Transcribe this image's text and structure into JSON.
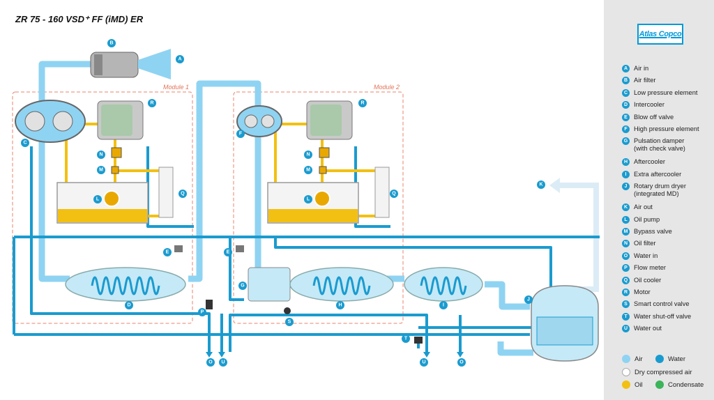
{
  "title": "ZR 75 - 160 VSD⁺ FF (iMD) ER",
  "brand": {
    "logo_text": "Atlas Copco",
    "color": "#0099d8"
  },
  "modules": [
    {
      "label": "Module 1"
    },
    {
      "label": "Module 2"
    }
  ],
  "legend": [
    {
      "key": "A",
      "label": "Air in"
    },
    {
      "key": "B",
      "label": "Air filter"
    },
    {
      "key": "C",
      "label": "Low pressure element"
    },
    {
      "key": "D",
      "label": "Intercooler"
    },
    {
      "key": "E",
      "label": "Blow off valve"
    },
    {
      "key": "F",
      "label": "High pressure element"
    },
    {
      "key": "G",
      "label": "Pulsation damper\n(with check valve)"
    },
    {
      "key": "H",
      "label": "Aftercooler"
    },
    {
      "key": "I",
      "label": "Extra aftercooler"
    },
    {
      "key": "J",
      "label": "Rotary drum dryer\n(integrated MD)"
    },
    {
      "key": "K",
      "label": "Air out"
    },
    {
      "key": "L",
      "label": "Oil pump"
    },
    {
      "key": "M",
      "label": "Bypass valve"
    },
    {
      "key": "N",
      "label": "Oil filter"
    },
    {
      "key": "O",
      "label": "Water in"
    },
    {
      "key": "P",
      "label": "Flow meter"
    },
    {
      "key": "Q",
      "label": "Oil cooler"
    },
    {
      "key": "R",
      "label": "Motor"
    },
    {
      "key": "S",
      "label": "Smart control valve"
    },
    {
      "key": "T",
      "label": "Water shut-off valve"
    },
    {
      "key": "U",
      "label": "Water out"
    }
  ],
  "key": {
    "air": {
      "label": "Air",
      "color": "#8fd3f2"
    },
    "water": {
      "label": "Water",
      "color": "#1a9bcf"
    },
    "dry": {
      "label": "Dry compressed air",
      "color": "#ffffff"
    },
    "oil": {
      "label": "Oil",
      "color": "#f2c012"
    },
    "condensate": {
      "label": "Condensate",
      "color": "#3cb45a"
    }
  },
  "colors": {
    "air_pipe": "#8fd3f2",
    "water_pipe": "#1a9bcf",
    "dry_air_pipe": "#dcecf6",
    "oil_pipe": "#f2c012",
    "module_border": "#e8836a"
  }
}
